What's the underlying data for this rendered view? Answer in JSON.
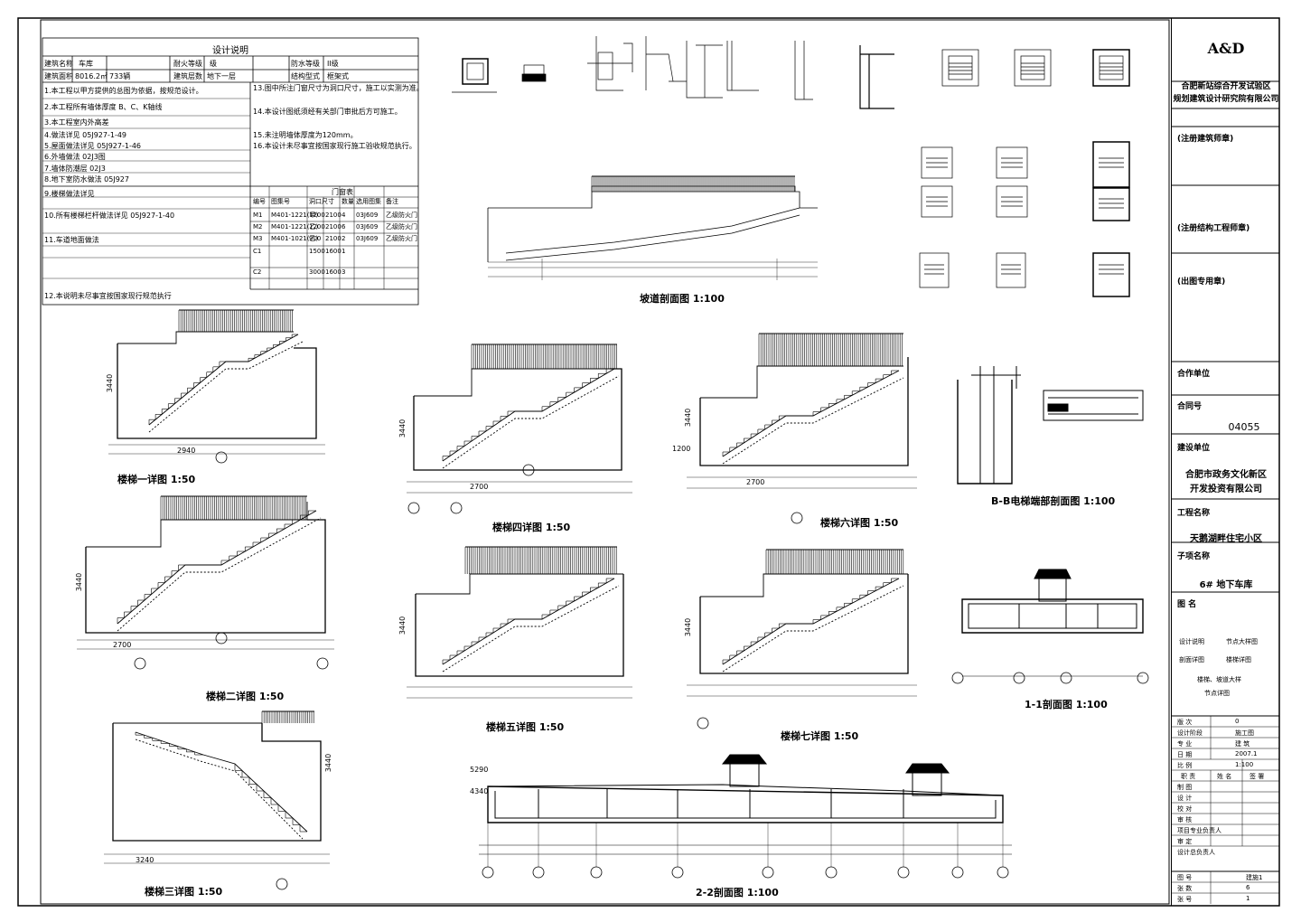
{
  "notes": {
    "title": "设计说明",
    "row1": [
      "建筑名称",
      "车库",
      "耐火等级",
      "级",
      "防水等级",
      "II级"
    ],
    "row2": [
      "建筑面积",
      "8016.2㎡",
      "733辆",
      "建筑层数",
      "地下一层",
      "结构型式",
      "框架式"
    ],
    "left_items": [
      "1.本工程以甲方提供的总图为依据，按规范设计。",
      "2.本工程所有墙体厚度 B、C、K轴线",
      "3.本工程室内外高差",
      "4.做法详见 05J927-1-49",
      "5.屋面做法详见 05J927-1-46",
      "6.外墙做法 02J3图",
      "7.墙体防潮层 02J3",
      "8.地下室防水做法 05J927",
      "9.楼梯做法详见",
      "10.所有楼梯栏杆做法详见 05J927-1-40",
      "11.车道地面做法",
      "12.本说明未尽事宜按国家现行规范执行"
    ],
    "right_items": [
      "13.图中所注门窗尺寸为洞口尺寸，施工以实测为准。",
      "14.本设计图纸须经有关部门审批后方可施工。",
      "15.未注明墙体厚度为120mm。",
      "16.本设计未尽事宜按国家现行施工验收规范执行。"
    ],
    "door_title": "门窗表",
    "door_headers": [
      "编号",
      "图集号",
      "洞口尺寸",
      "",
      "数量",
      "选用图集",
      "备注"
    ],
    "door_rows": [
      [
        "M1",
        "M401-1221(甲)",
        "1200",
        "2100",
        "4",
        "03J609",
        "乙级防火门"
      ],
      [
        "M2",
        "M401-1221(乙)",
        "1200",
        "2100",
        "6",
        "03J609",
        "乙级防火门"
      ],
      [
        "M3",
        "M401-1021(乙)",
        "900",
        "2100",
        "2",
        "03J609",
        "乙级防火门"
      ],
      [
        "C1",
        "",
        "1500",
        "1600",
        "1",
        "",
        ""
      ],
      [
        "C2",
        "",
        "3000",
        "1600",
        "3",
        "",
        ""
      ]
    ]
  },
  "captions": {
    "ramp_section": "坡道剖面图 1:100",
    "stair1": "楼梯一详图 1:50",
    "stair2": "楼梯二详图 1:50",
    "stair3": "楼梯三详图 1:50",
    "stair4": "楼梯四详图 1:50",
    "stair5": "楼梯五详图 1:50",
    "stair6": "楼梯六详图 1:50",
    "stair7": "楼梯七详图 1:50",
    "bb_section": "B-B电梯端部剖面图 1:100",
    "s11": "1-1剖面图 1:100",
    "s22": "2-2剖面图 1:100"
  },
  "dims": {
    "d3440": "3440",
    "d2700": "2700",
    "d2940": "2940",
    "d1200": "1200",
    "d3240": "3240",
    "d5290": "5290",
    "d4340": "4340"
  },
  "title_block": {
    "logo": "A&D",
    "company": [
      "合肥新站综合开发试验区",
      "规划建筑设计研究院有限公司"
    ],
    "reg_arch": "(注册建筑师章)",
    "reg_struct": "(注册结构工程师章)",
    "seal": "(出图专用章)",
    "partner": "合作单位",
    "contract_label": "合同号",
    "contract_no": "04055",
    "client_label": "建设单位",
    "client": [
      "合肥市政务文化新区",
      "开发投资有限公司"
    ],
    "project_label": "工程名称",
    "project": "天鹅湖畔住宅小区",
    "subitem_label": "子项名称",
    "subitem": "6# 地下车库",
    "drawing_label": "图 名",
    "drawing_names": [
      "设计说明",
      "节点大样图",
      "剖面详图",
      "楼梯详图",
      "楼梯、坡道大样",
      "节点详图"
    ],
    "info": [
      [
        "版 次",
        "0"
      ],
      [
        "设计阶段",
        "施工图"
      ],
      [
        "专 业",
        "建 筑"
      ],
      [
        "日 期",
        "2007.1"
      ],
      [
        "比 例",
        "1:100"
      ]
    ],
    "sign_header": [
      "职 责",
      "姓 名",
      "签 署"
    ],
    "sign_rows": [
      "制 图",
      "设 计",
      "校 对",
      "审 核",
      "项目专业负责人",
      "审 定",
      "设计总负责人"
    ],
    "bottom": [
      [
        "图 号",
        "建施1"
      ],
      [
        "张 数",
        "6"
      ],
      [
        "张 号",
        "1"
      ]
    ]
  }
}
